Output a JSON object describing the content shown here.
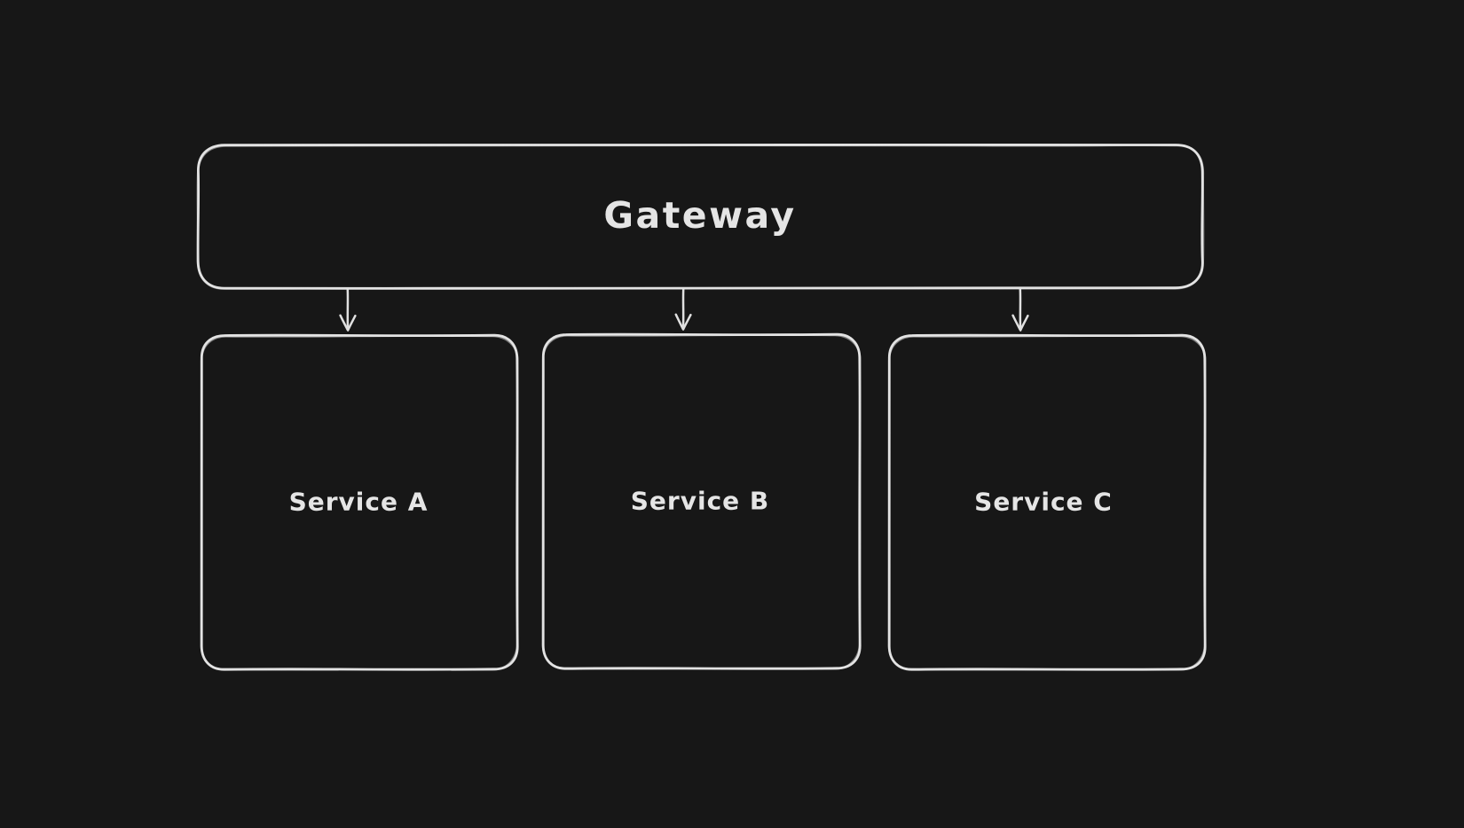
{
  "diagram": {
    "type": "excalidraw-style-flow-diagram",
    "colors": {
      "background": "#171717",
      "stroke": "#e3e3e3",
      "text": "#e5e5e5"
    },
    "nodes": {
      "gateway": {
        "label": "Gateway"
      },
      "service_a": {
        "label": "Service A"
      },
      "service_b": {
        "label": "Service B"
      },
      "service_c": {
        "label": "Service C"
      }
    },
    "edges": [
      {
        "from": "gateway",
        "to": "service_a",
        "style": "arrow-down"
      },
      {
        "from": "gateway",
        "to": "service_b",
        "style": "arrow-down"
      },
      {
        "from": "gateway",
        "to": "service_c",
        "style": "arrow-down"
      }
    ]
  }
}
